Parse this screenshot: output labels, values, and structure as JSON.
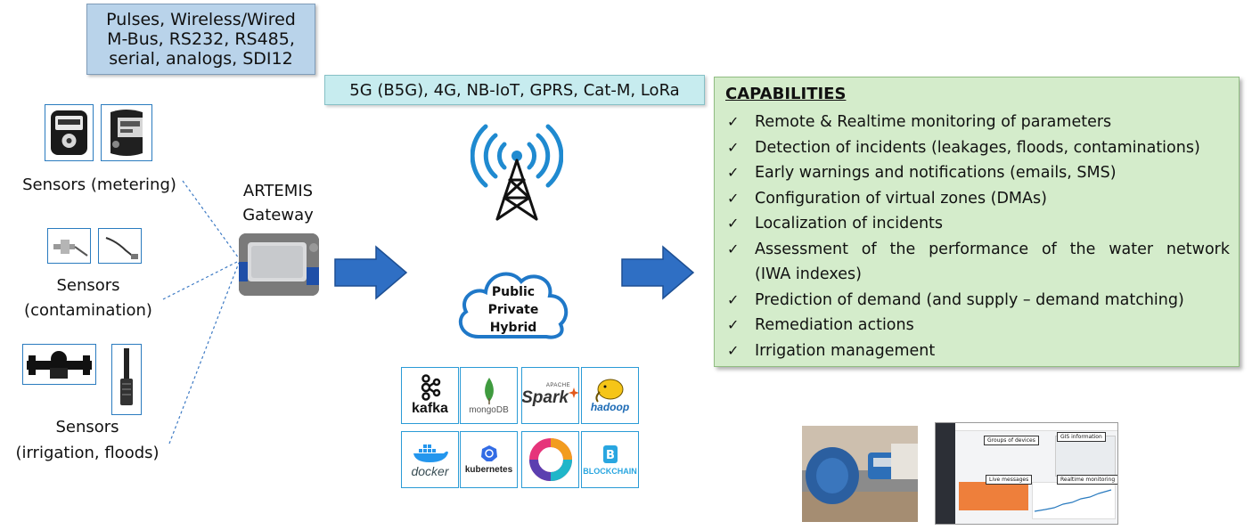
{
  "protocols": {
    "lines": [
      "Pulses, Wireless/Wired",
      "M-Bus, RS232, RS485,",
      "serial, analogs, SDI12"
    ]
  },
  "networks": {
    "label": "5G (B5G), 4G, NB-IoT, GPRS, Cat-M, LoRa"
  },
  "sensors": {
    "metering": "Sensors (metering)",
    "contamination_line1": "Sensors",
    "contamination_line2": "(contamination)",
    "irrigation_line1": "Sensors",
    "irrigation_line2": "(irrigation, floods)"
  },
  "gateway": {
    "line1": "ARTEMIS",
    "line2": "Gateway"
  },
  "cloud": {
    "lines": [
      "Public",
      "Private",
      "Hybrid"
    ]
  },
  "technologies": {
    "kafka": "kafka",
    "mongodb": "mongoDB",
    "spark": "Spark",
    "spark_prefix": "APACHE",
    "hadoop": "hadoop",
    "docker": "docker",
    "kubernetes": "kubernetes",
    "blockchain": "BLOCKCHAIN"
  },
  "capabilities": {
    "title": "CAPABILITIES",
    "check_glyph": "✓",
    "items": [
      "Remote & Realtime monitoring of parameters",
      "Detection of incidents (leakages, floods, contaminations)",
      "Early warnings and notifications (emails, SMS)",
      "Configuration of virtual zones (DMAs)",
      "Localization of incidents",
      "Assessment of the performance of the water network",
      "Prediction of demand (and supply – demand matching)",
      "Remediation actions",
      "Irrigation management"
    ],
    "item6_continuation": "(IWA indexes)"
  },
  "dashboard": {
    "groups_label": "Groups of devices",
    "gis_label": "GIS information",
    "live_label": "Live messages",
    "realtime_label": "Realtime monitoring"
  },
  "colors": {
    "arrow_blue": "#2f6fc4",
    "tile_border": "#2a9bd6",
    "cloud_stroke": "#1f78c8",
    "antenna_blue": "#1f8ad0"
  }
}
